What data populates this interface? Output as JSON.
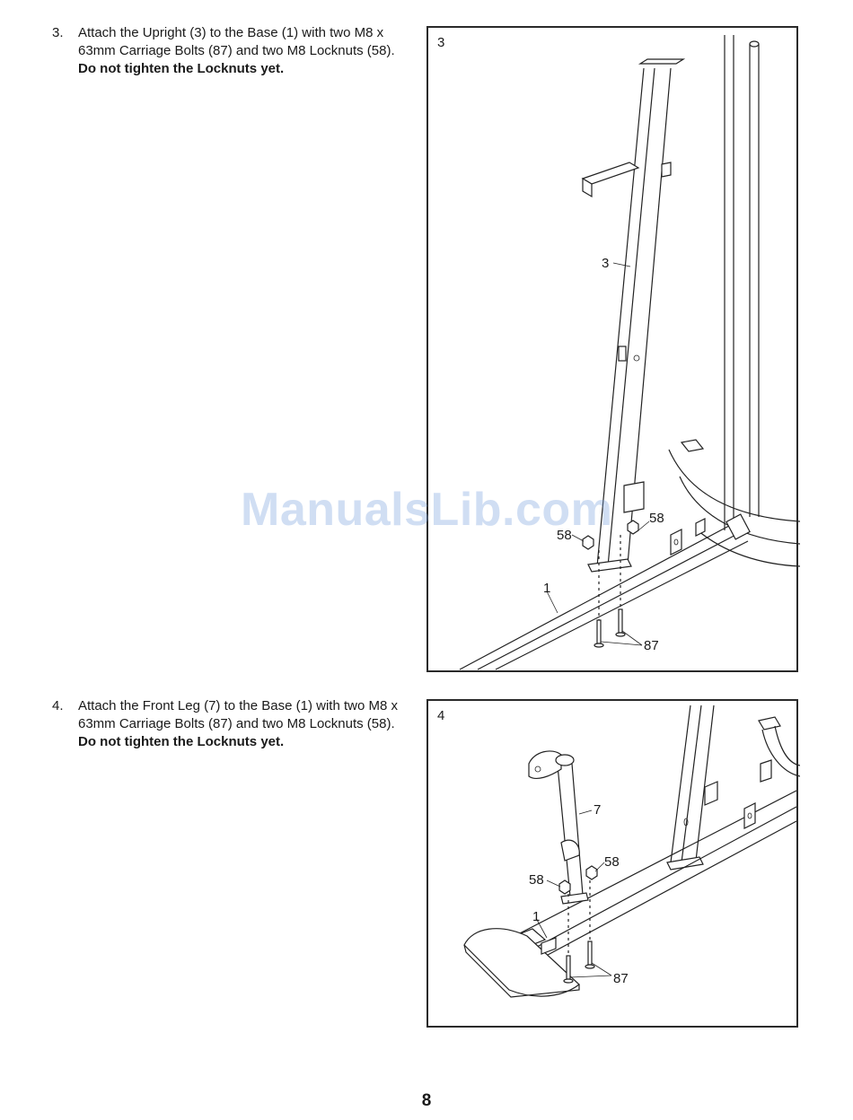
{
  "watermark": "ManualsLib.com",
  "page_number": "8",
  "steps": [
    {
      "number": "3.",
      "text": "Attach the Upright (3) to the Base (1) with two M8 x 63mm Carriage Bolts (87) and two M8 Locknuts (58).",
      "bold": "Do not tighten the Locknuts yet.",
      "figure_label": "3",
      "callouts": {
        "upright": "3",
        "locknut_left": "58",
        "locknut_right": "58",
        "base": "1",
        "bolts": "87"
      }
    },
    {
      "number": "4.",
      "text": "Attach the Front Leg (7) to the Base (1) with two M8 x 63mm Carriage Bolts (87) and two M8 Locknuts (58).",
      "bold": "Do not tighten the Locknuts yet.",
      "figure_label": "4",
      "callouts": {
        "front_leg": "7",
        "locknut_left": "58",
        "locknut_right": "58",
        "base": "1",
        "bolts": "87"
      }
    }
  ]
}
